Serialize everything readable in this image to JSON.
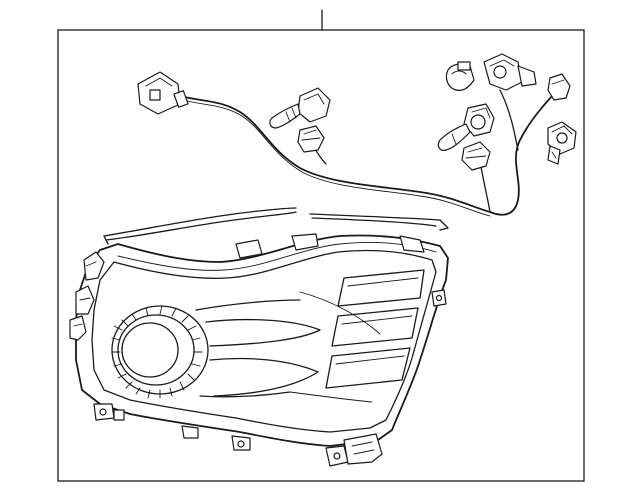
{
  "diagram": {
    "parts": [
      "headlamp-assembly",
      "wiring-harness",
      "bulb-socket",
      "bulb",
      "connector",
      "trim-seal"
    ]
  }
}
